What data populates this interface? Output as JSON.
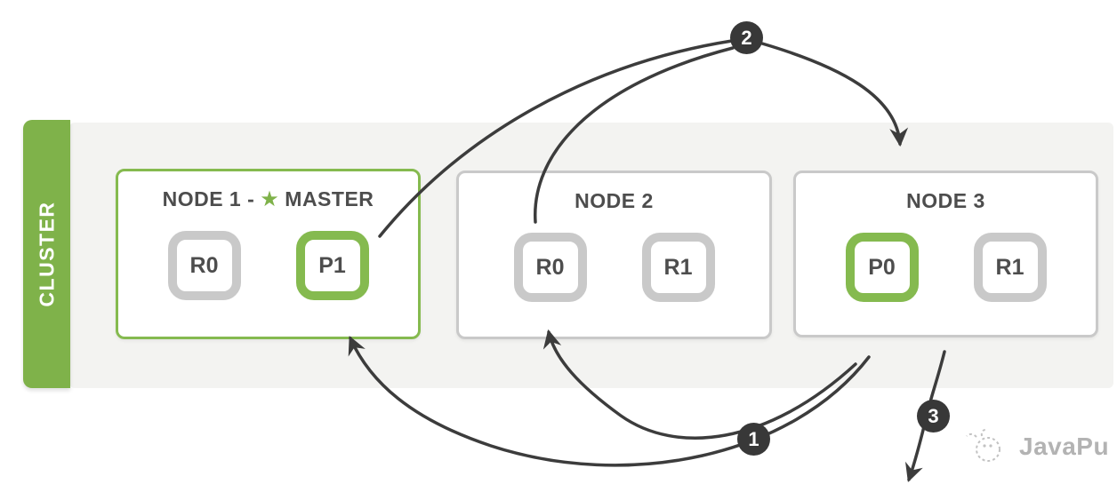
{
  "cluster_label": "CLUSTER",
  "nodes": [
    {
      "title": "NODE 1 -",
      "star": "★",
      "master_label": "MASTER",
      "shards": [
        {
          "label": "R0",
          "type": "replica"
        },
        {
          "label": "P1",
          "type": "primary"
        }
      ]
    },
    {
      "title": "NODE 2",
      "shards": [
        {
          "label": "R0",
          "type": "replica"
        },
        {
          "label": "R1",
          "type": "replica"
        }
      ]
    },
    {
      "title": "NODE 3",
      "shards": [
        {
          "label": "P0",
          "type": "primary"
        },
        {
          "label": "R1",
          "type": "replica"
        }
      ]
    }
  ],
  "steps": [
    {
      "number": "1"
    },
    {
      "number": "2"
    },
    {
      "number": "3"
    }
  ],
  "watermark": {
    "text": "JavaPu"
  },
  "colors": {
    "green": "#7fb24a",
    "green-border": "#85ba4f",
    "gray-border": "#c9c9c9",
    "panel-bg": "#f3f3f1",
    "text-dark": "#4d4d4d",
    "arrow": "#3c3c3c",
    "badge-bg": "#383838",
    "watermark": "#b3b3b3"
  }
}
